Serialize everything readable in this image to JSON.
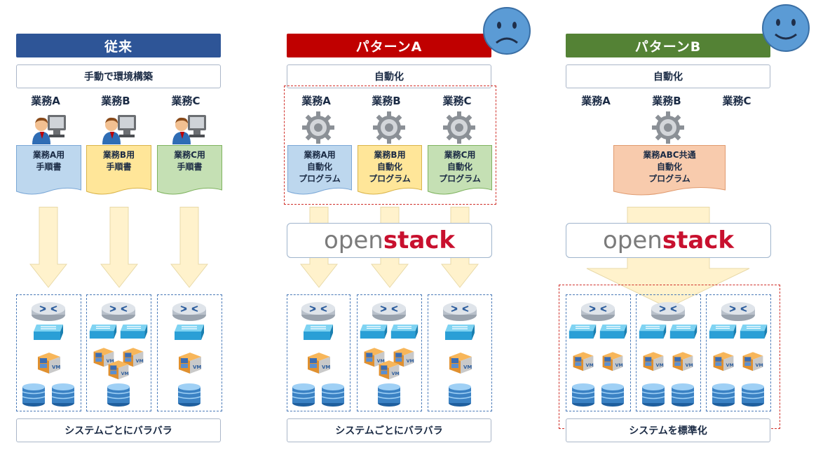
{
  "columns": [
    {
      "header": "従来",
      "header_color": "#2e5597",
      "process": "手動で環境構築",
      "tasks": [
        "業務A",
        "業務B",
        "業務C"
      ],
      "docs": [
        "業務A用\n手順書",
        "業務B用\n手順書",
        "業務C用\n手順書"
      ],
      "footer": "システムごとにバラバラ"
    },
    {
      "header": "パターンA",
      "header_color": "#c00000",
      "process": "自動化",
      "tasks": [
        "業務A",
        "業務B",
        "業務C"
      ],
      "docs": [
        "業務A用\n自動化\nプログラム",
        "業務B用\n自動化\nプログラム",
        "業務C用\n自動化\nプログラム"
      ],
      "openstack": [
        "open",
        "stack"
      ],
      "footer": "システムごとにバラバラ"
    },
    {
      "header": "パターンB",
      "header_color": "#548235",
      "process": "自動化",
      "tasks": [
        "業務A",
        "業務B",
        "業務C"
      ],
      "docs": [
        "業務ABC共通\n自動化\nプログラム"
      ],
      "openstack": [
        "open",
        "stack"
      ],
      "footer": "システムを標準化"
    }
  ],
  "doc_colors": {
    "blue": "#bdd7ee",
    "yellow": "#ffe699",
    "green": "#c5e0b4",
    "orange": "#f8cbad"
  },
  "arrow_color": "#fff2cc",
  "icons": [
    "person-at-computer-icon",
    "gear-icon",
    "router-icon",
    "switch-icon",
    "vm-icon",
    "storage-icon",
    "sad-face-icon",
    "happy-face-icon"
  ]
}
